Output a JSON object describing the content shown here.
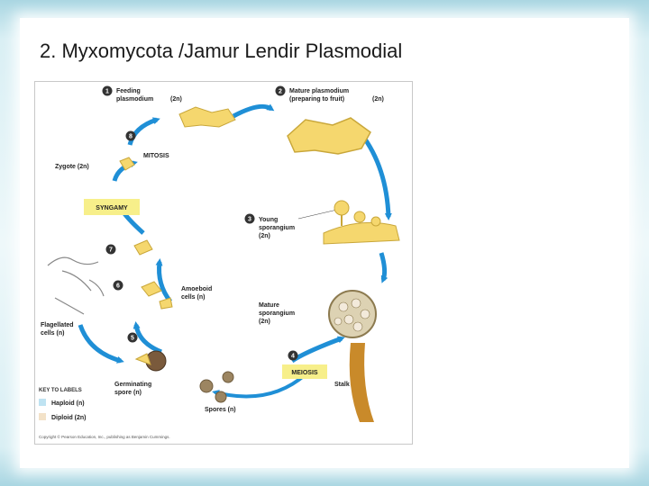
{
  "slide": {
    "title": "2. Myxomycota /Jamur Lendir Plasmodial"
  },
  "diagram": {
    "steps": [
      {
        "num": "1",
        "label_line1": "Feeding",
        "label_line2": "plasmodium",
        "ploidy": "(2n)"
      },
      {
        "num": "2",
        "label_line1": "Mature plasmodium",
        "label_line2": "(preparing to fruit)",
        "ploidy": "(2n)"
      },
      {
        "num": "3",
        "label_line1": "Young",
        "label_line2": "sporangium",
        "ploidy": "(2n)"
      },
      {
        "num": "4",
        "label": "MEIOSIS"
      },
      {
        "num": "5"
      },
      {
        "num": "6"
      },
      {
        "num": "7"
      },
      {
        "num": "8"
      }
    ],
    "labels": {
      "mitosis": "MITOSIS",
      "zygote": "Zygote (2n)",
      "syngamy": "SYNGAMY",
      "amoeboid_line1": "Amoeboid",
      "amoeboid_line2": "cells (n)",
      "flagellated_line1": "Flagellated",
      "flagellated_line2": "cells (n)",
      "mature_sporangium_line1": "Mature",
      "mature_sporangium_line2": "sporangium",
      "mature_sporangium_line3": "(2n)",
      "stalk": "Stalk",
      "spores": "Spores (n)",
      "germinating_line1": "Germinating",
      "germinating_line2": "spore (n)"
    },
    "key": {
      "title": "KEY TO LABELS",
      "haploid": "Haploid (n)",
      "diploid": "Diploid (2n)",
      "haploid_color": "#bfe3f2",
      "diploid_color": "#f3e2c8"
    },
    "credit": "Copyright © Pearson Education, Inc., publishing as Benjamin Cummings.",
    "colors": {
      "arrow": "#1f8fd6",
      "plasmodium": "#f5d76e",
      "label_box": "#f7ef8a",
      "badge": "#333333",
      "stalk": "#c98a2a"
    }
  }
}
